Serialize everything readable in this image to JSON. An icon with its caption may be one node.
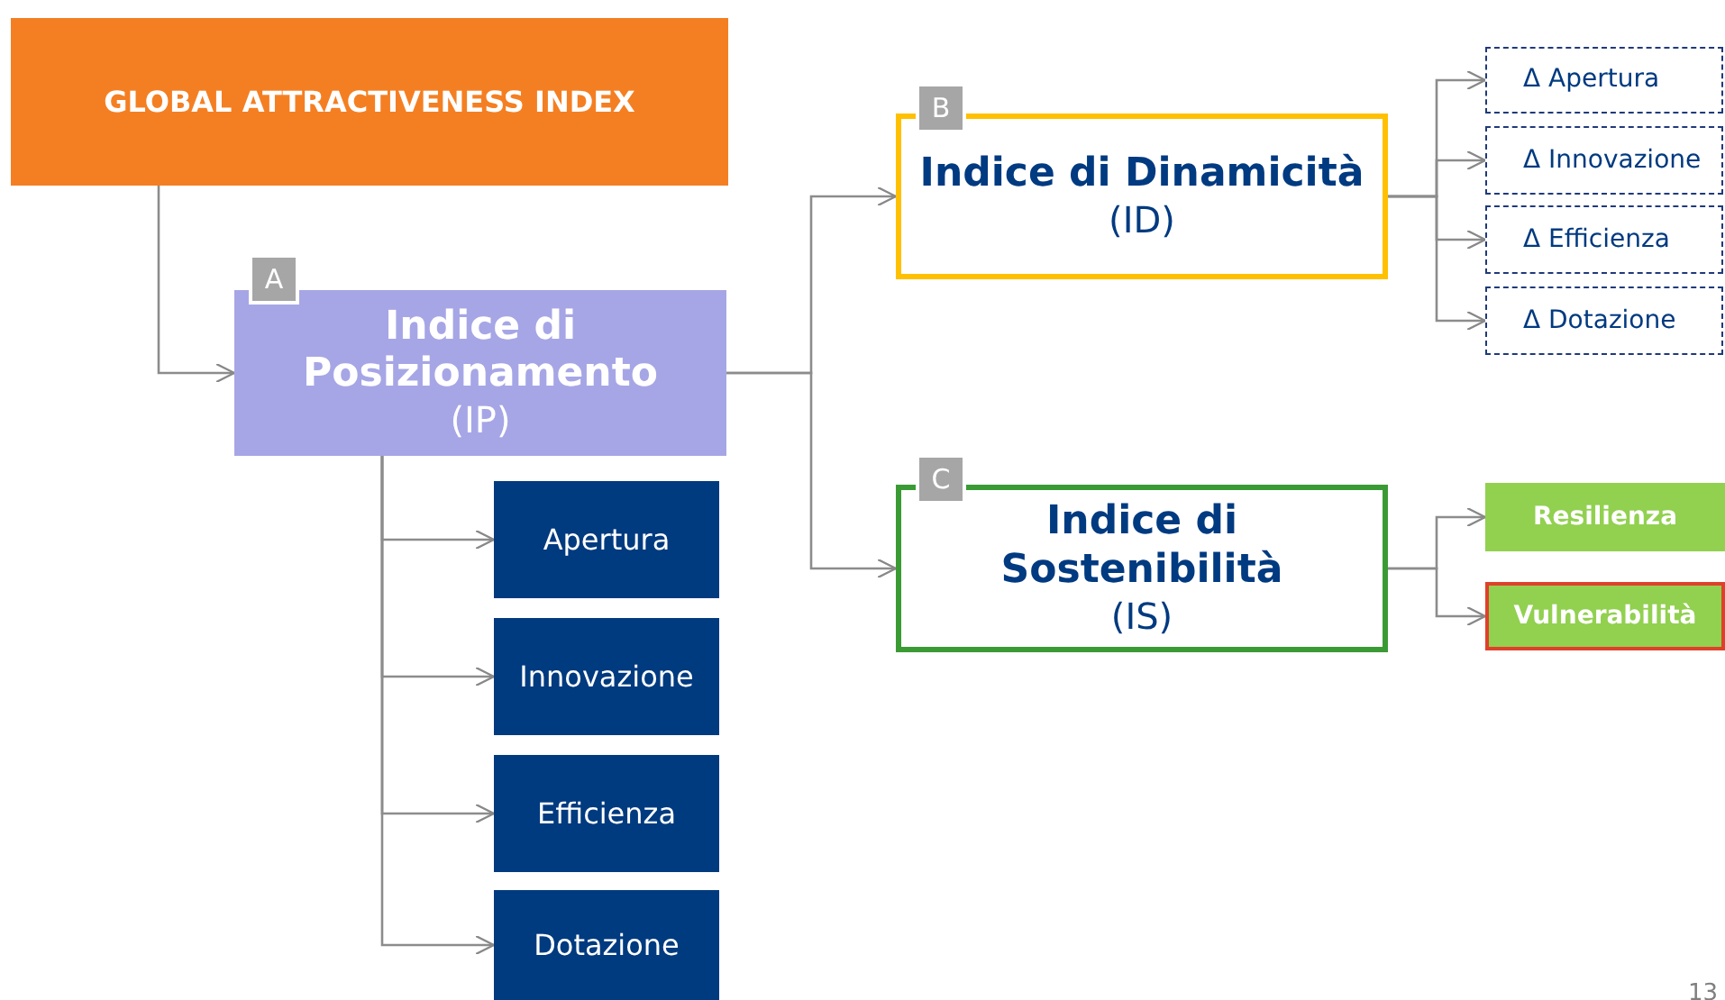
{
  "diagram": {
    "nodes": [
      {
        "text": [
          "GLOBAL ATTRACTIVENESS INDEX"
        ]
      },
      {
        "text": [
          "Indice di Posizionamento",
          "(IP)"
        ],
        "beside": [
          "A"
        ]
      },
      {
        "text": [
          "Indice di Dinamicità",
          "(ID)"
        ],
        "beside": [
          "B"
        ]
      },
      {
        "text": [
          "Indice di Sostenibilità",
          "(IS)"
        ],
        "beside": [
          "C"
        ]
      },
      {
        "text": [
          "Apertura"
        ]
      },
      {
        "text": [
          "Innovazione"
        ]
      },
      {
        "text": [
          "Efficienza"
        ]
      },
      {
        "text": [
          "Dotazione"
        ]
      },
      {
        "text": [
          "Δ Apertura"
        ]
      },
      {
        "text": [
          "Δ Innovazione"
        ]
      },
      {
        "text": [
          "Δ Efficienza"
        ]
      },
      {
        "text": [
          "Δ Dotazione"
        ]
      },
      {
        "text": [
          "Resilienza"
        ]
      },
      {
        "text": [
          "Vulnerabilità"
        ]
      }
    ],
    "edges": [
      {
        "from": 0,
        "to": 1,
        "arrow": "to"
      },
      {
        "from": 1,
        "to": 2,
        "arrow": "to"
      },
      {
        "from": 1,
        "to": 3,
        "arrow": "to"
      },
      {
        "from": 1,
        "to": 4,
        "arrow": "to"
      },
      {
        "from": 1,
        "to": 5,
        "arrow": "to"
      },
      {
        "from": 1,
        "to": 6,
        "arrow": "to"
      },
      {
        "from": 1,
        "to": 7,
        "arrow": "to"
      },
      {
        "from": 2,
        "to": 8,
        "arrow": "to"
      },
      {
        "from": 2,
        "to": 9,
        "arrow": "to"
      },
      {
        "from": 2,
        "to": 10,
        "arrow": "to"
      },
      {
        "from": 2,
        "to": 11,
        "arrow": "to"
      },
      {
        "from": 3,
        "to": 12,
        "arrow": "to"
      },
      {
        "from": 3,
        "to": 13,
        "arrow": "to"
      }
    ],
    "labels": [
      "13"
    ]
  }
}
